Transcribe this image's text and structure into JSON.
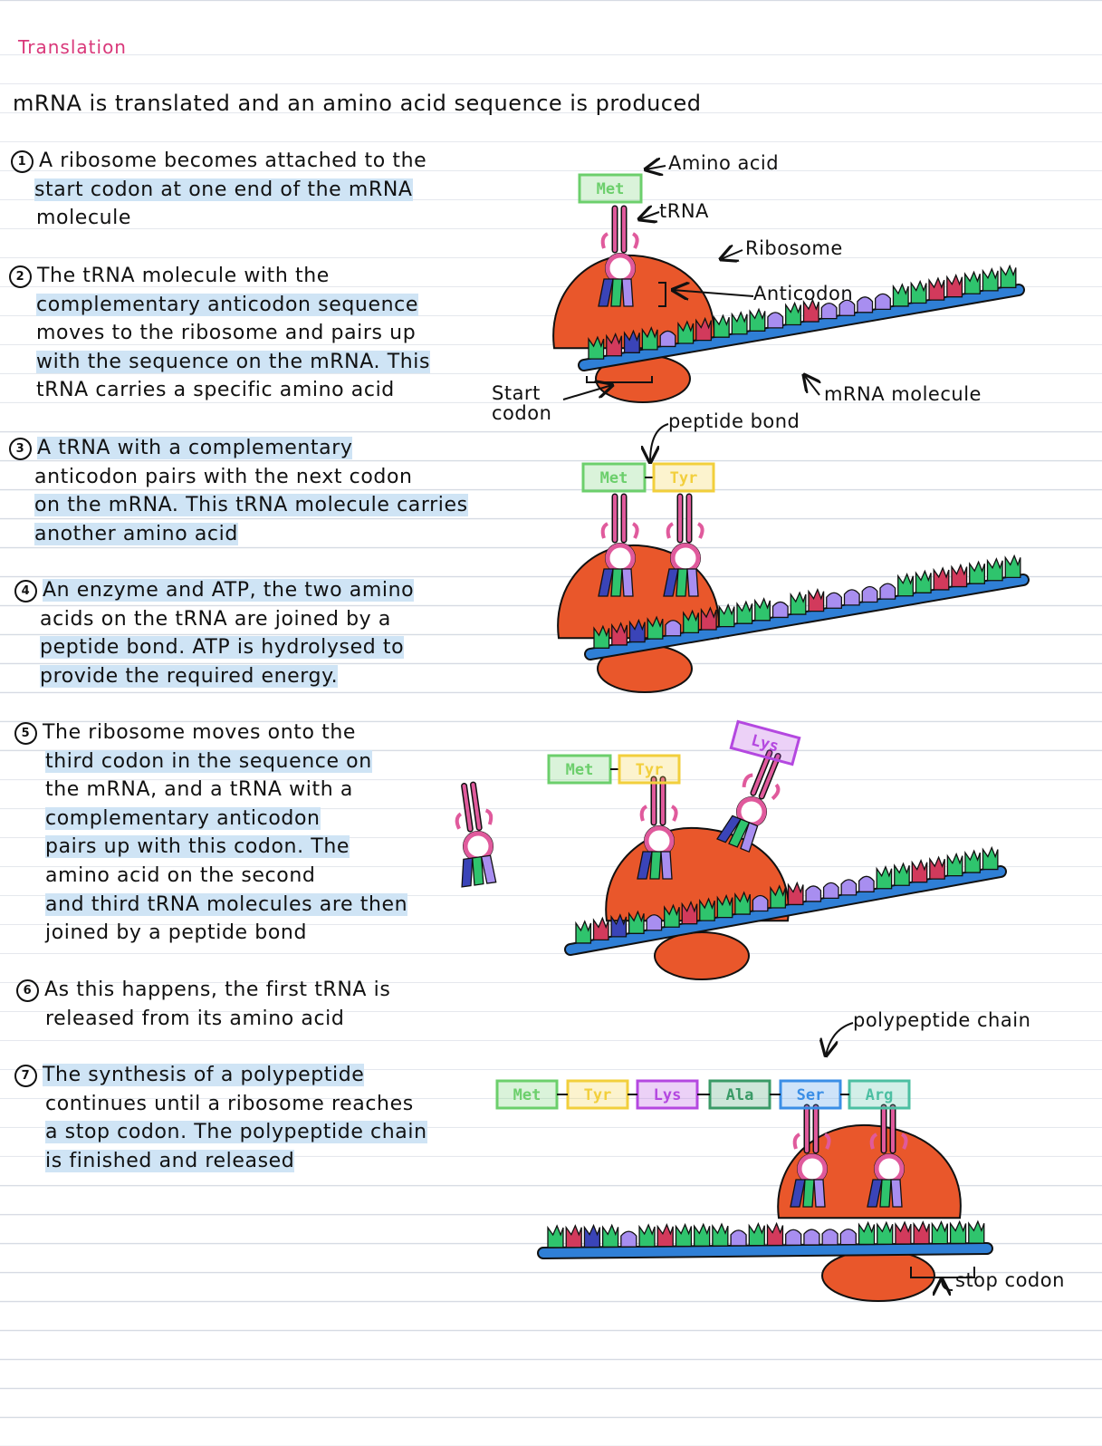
{
  "title": "Translation",
  "intro": "mRNA is translated and an amino acid sequence is produced",
  "steps": [
    {
      "number": "1",
      "lines": [
        "A ribosome becomes attached to the",
        "start codon at one end of the mRNA",
        "molecule"
      ]
    },
    {
      "number": "2",
      "lines": [
        "The tRNA molecule with the",
        "complementary anticodon sequence",
        "moves to the ribosome and pairs up",
        "with the sequence on the mRNA. This",
        "tRNA carries a specific amino acid"
      ]
    },
    {
      "number": "3",
      "lines": [
        "A tRNA with a complementary",
        "anticodon pairs with the next codon",
        "on the mRNA. This tRNA molecule carries",
        "another amino acid"
      ]
    },
    {
      "number": "4",
      "lines": [
        "An enzyme and ATP, the two amino",
        "acids on the tRNA are joined by a",
        "peptide bond. ATP is hydrolysed to",
        "provide the required energy."
      ]
    },
    {
      "number": "5",
      "lines": [
        "The ribosome moves onto the",
        "third codon in the sequence on",
        "the mRNA, and a tRNA with a",
        "complementary anticodon",
        "pairs up with this codon. The",
        "amino acid on the second",
        "and third tRNA molecules are then",
        "joined by a peptide bond"
      ]
    },
    {
      "number": "6",
      "lines": [
        "As this happens, the first tRNA is",
        "released from its amino acid"
      ]
    },
    {
      "number": "7",
      "lines": [
        "The synthesis of a polypeptide",
        "continues until a ribosome reaches",
        "a stop codon. The polypeptide chain",
        "is finished and released"
      ]
    }
  ],
  "labels": {
    "amino_acid": "Amino acid",
    "trna": "tRNA",
    "ribosome": "Ribosome",
    "anticodon": "Anticodon",
    "mrna_molecule": "mRNA molecule",
    "start": "Start",
    "codon": "codon",
    "peptide_bond": "peptide bond",
    "polypeptide_chain": "polypeptide chain",
    "stop_codon": "stop codon"
  },
  "amino_acids": {
    "met": "Met",
    "tyr": "Tyr",
    "lys": "Lys",
    "ala": "Ala",
    "ser": "Ser",
    "arg": "Arg"
  },
  "colors": {
    "title": "#d9387a",
    "highlight": "#cfe4f5",
    "ribosome": "#e9572b",
    "mrna": "#2f7fd6",
    "trna": "#e05a9c",
    "base_green": "#2fc46d",
    "base_red": "#d23a5c",
    "base_blue": "#3a44b8",
    "base_purple": "#a88ef0",
    "met": "#6ccf6c",
    "tyr": "#f2cf3c",
    "lys": "#b448e0",
    "ala": "#3a9a66",
    "ser": "#3a8ee6",
    "arg": "#4cbfa2"
  }
}
